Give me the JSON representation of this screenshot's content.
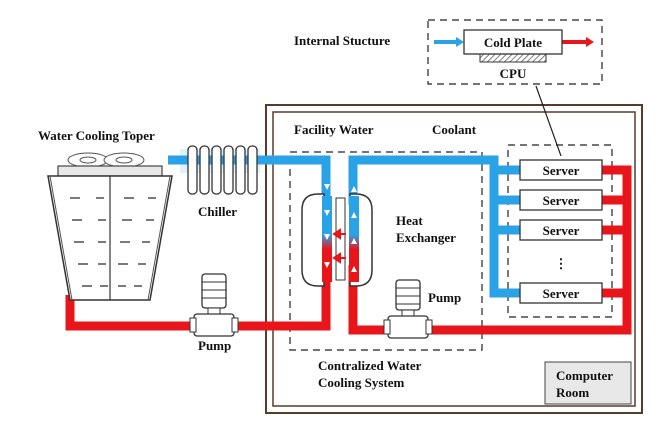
{
  "labels": {
    "internal_structure": "Internal Stucture",
    "cold_plate": "Cold Plate",
    "cpu": "CPU",
    "facility_water": "Facility Water",
    "coolant": "Coolant",
    "water_cooling_tower": "Water Cooling Toper",
    "chiller": "Chiller",
    "heat_exchanger_line1": "Heat",
    "heat_exchanger_line2": "Exchanger",
    "pump_left": "Pump",
    "pump_right": "Pump",
    "system_line1": "Contralized Water",
    "system_line2": "Cooling System",
    "computer_room_line1": "Computer",
    "computer_room_line2": "Room",
    "ellipsis": "⋮"
  },
  "servers": [
    "Server",
    "Server",
    "Server",
    "Server"
  ],
  "colors": {
    "cold_water": "#2aa3e6",
    "hot_water": "#e8161b",
    "frame": "#5a3a2a",
    "room_fill": "#ffffff",
    "label_box_fill": "#e8e8e8",
    "line": "#222222"
  },
  "icons": [
    "fan-icon",
    "pump-icon",
    "chiller-icon",
    "arrow-icon"
  ]
}
